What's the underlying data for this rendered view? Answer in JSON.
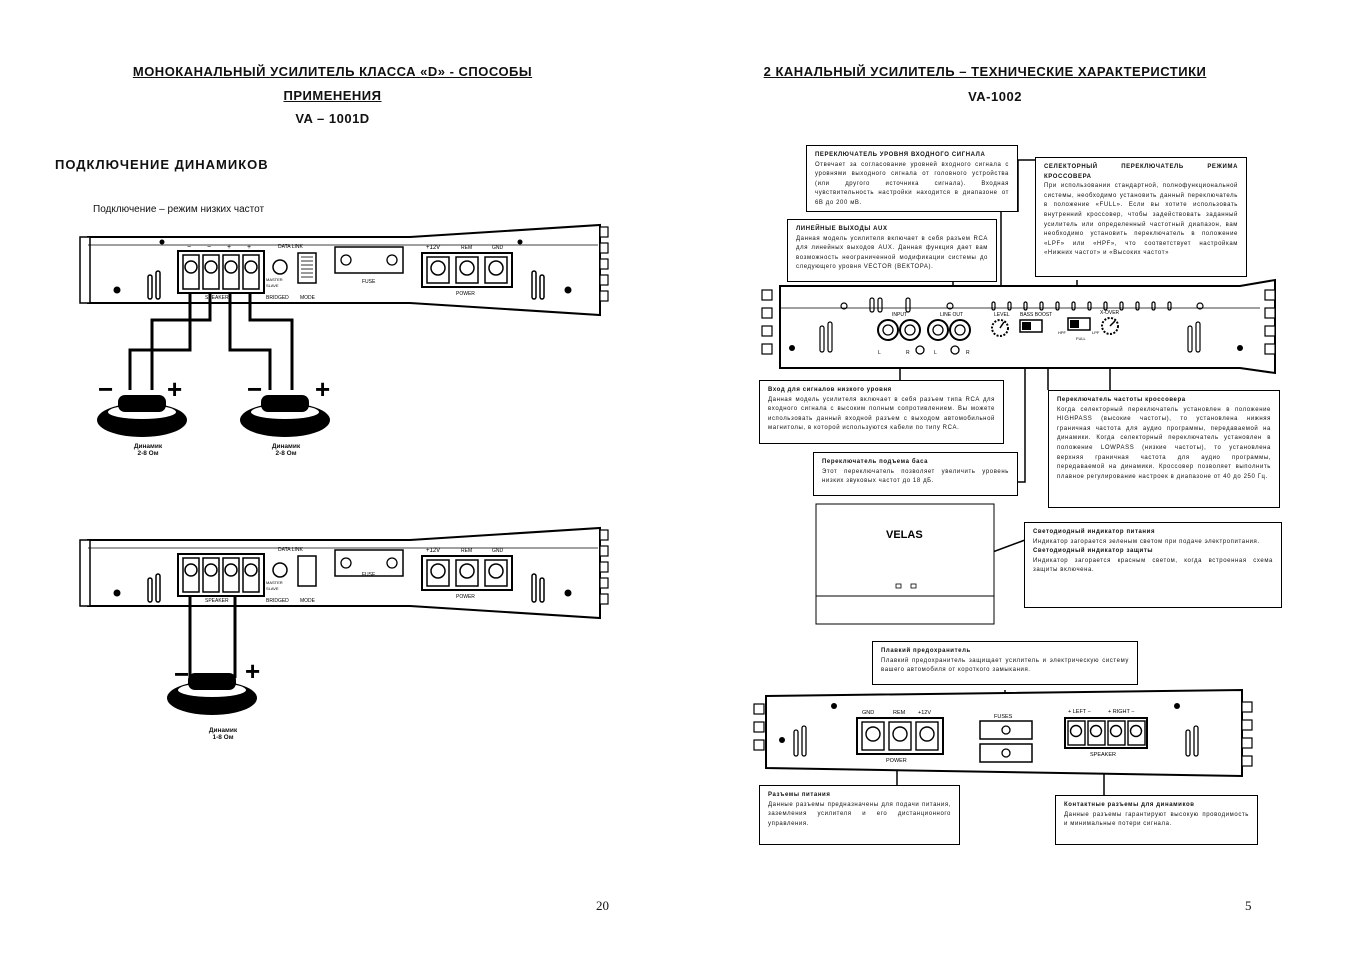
{
  "left_page": {
    "title_line1": "МОНОКАНАЛЬНЫЙ УСИЛИТЕЛЬ КЛАССА «D» - СПОСОБЫ",
    "title_line2": "ПРИМЕНЕНИЯ",
    "model": "VA – 1001D",
    "section_heading": "ПОДКЛЮЧЕНИЕ ДИНАМИКОВ",
    "caption": "Подключение – режим низких частот",
    "amp_labels": {
      "speaker": "SPEAKER",
      "bridged": "BRIDGED",
      "mode": "MODE",
      "data_link": "DATA LINK",
      "master": "MASTER",
      "slave": "SLAVE",
      "fuse": "FUSE",
      "power": "POWER",
      "v12": "+12V",
      "rem": "REM",
      "gnd": "GND"
    },
    "speaker_label_1": "Динамик",
    "speaker_ohm_1": "2-8 Ом",
    "speaker_label_2": "Динамик",
    "speaker_ohm_2": "2-8 Ом",
    "speaker_label_3": "Динамик",
    "speaker_ohm_3": "1-8 Ом",
    "page_number": "20"
  },
  "right_page": {
    "title": "2 КАНАЛЬНЫЙ УСИЛИТЕЛЬ – ТЕХНИЧЕСКИЕ ХАРАКТЕРИСТИКИ",
    "model": "VA-1002",
    "boxes": {
      "input_level": {
        "title": "ПЕРЕКЛЮЧАТЕЛЬ УРОВНЯ ВХОДНОГО СИГНАЛА",
        "text": "Отвечает за согласование уровней входного сигнала с уровнями выходного сигнала от головного устройства (или другого источника сигнала). Входная чувствительность настройки находится в диапазоне от 6В до 200 мВ."
      },
      "aux_out": {
        "title": "ЛИНЕЙНЫЕ ВЫХОДЫ AUX",
        "text": "Данная модель усилителя включает в себя разъем RCA для линейных выходов AUX. Данная функция дает вам возможность неограниченной модификации системы до следующего уровня VECTOR (ВЕКТОРА)."
      },
      "crossover_mode": {
        "title": "СЕЛЕКТОРНЫЙ ПЕРЕКЛЮЧАТЕЛЬ РЕЖИМА КРОССОВЕРА",
        "text": "При использовании стандартной, полнофункциональной системы, необходимо установить данный переключатель в положение «FULL». Если вы хотите использовать внутренний кроссовер, чтобы задействовать заданный усилитель или определенный частотный диапазон, вам необходимо установить переключатель в положение «LPF» или «HPF», что соответствует настройкам «Нижних частот» и «Высоких частот»"
      },
      "low_input": {
        "title": "Вход для сигналов низкого уровня",
        "text": "Данная модель усилителя включает в себя разъем типа RCA для входного сигнала с высоким полным сопротивлением. Вы можете использовать данный входной разъем с выходом автомобильной магнитолы, в которой используются кабели по типу RCA."
      },
      "crossover_freq": {
        "title": "Переключатель частоты кроссовера",
        "text": "Когда селекторный переключатель установлен в положение HIGHPASS (высокие частоты), то установлена нижняя граничная частота для аудио программы, передаваемой на динамики. Когда селекторный переключатель установлен в положение LOWPASS (низкие частоты), то установлена верхняя граничная частота для аудио программы, передаваемой на динамики. Кроссовер позволяет выполнить плавное регулирование настроек в диапазоне от 40 до 250 Гц."
      },
      "bass_boost": {
        "title": "Переключатель подъема баса",
        "text": "Этот переключатель позволяет увеличить уровень низких звуковых частот до 18 дБ."
      },
      "led": {
        "title1": "Светодиодный индикатор питания",
        "text1": "Индикатор загорается зеленым светом при подаче электропитания.",
        "title2": "Светодиодный индикатор защиты",
        "text2": "Индикатор загорается красным светом, когда встроенная схема защиты включена."
      },
      "fuse": {
        "title": "Плавкий предохранитель",
        "text": "Плавкий предохранитель защищает усилитель и электрическую систему вашего автомобиля от короткого замыкания."
      },
      "power_conn": {
        "title": "Разъемы питания",
        "text": "Данные разъемы предназначены для подачи питания, заземления усилителя и его дистанционного управления."
      },
      "speaker_conn": {
        "title": "Контактные разъемы для динамиков",
        "text": "Данные разъемы гарантируют высокую проводимость и минимальные потери сигнала."
      }
    },
    "amp_labels": {
      "input": "INPUT",
      "line_out": "LINE OUT",
      "level": "LEVEL",
      "bass_boost": "BASS BOOST",
      "x_over": "X-OVER",
      "full": "FULL",
      "hpf": "HPF",
      "lpf": "LPF",
      "l": "L",
      "r": "R",
      "brand": "VELAS",
      "gnd": "GND",
      "rem": "REM",
      "v12": "+12V",
      "power": "POWER",
      "fuses": "FUSES",
      "left": "+ LEFT −",
      "right": "+ RIGHT −",
      "speaker": "SPEAKER"
    },
    "page_number": "5"
  }
}
